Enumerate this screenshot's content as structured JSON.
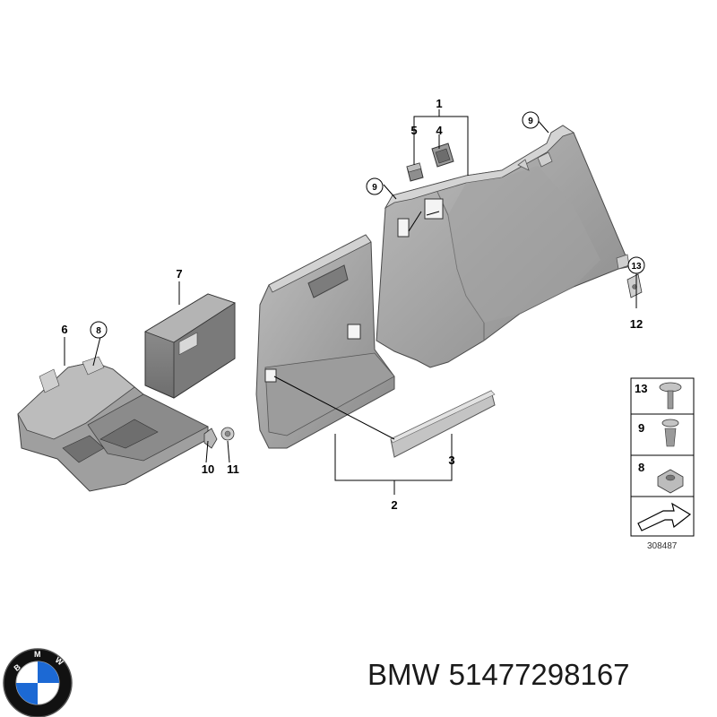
{
  "callouts": {
    "c1": "1",
    "c2": "2",
    "c3": "3",
    "c4": "4",
    "c5": "5",
    "c6": "6",
    "c7": "7",
    "c8": "8",
    "c9a": "9",
    "c9b": "9",
    "c10": "10",
    "c11": "11",
    "c12": "12",
    "c13": "13"
  },
  "legend": {
    "items": [
      "13",
      "9",
      "8"
    ],
    "code": "308487"
  },
  "caption": {
    "brand": "BMW",
    "part_number": "51477298167"
  },
  "logo": {
    "text": "BMW",
    "colors": {
      "ring": "#111111",
      "blue": "#1c69d4",
      "white": "#ffffff"
    }
  }
}
